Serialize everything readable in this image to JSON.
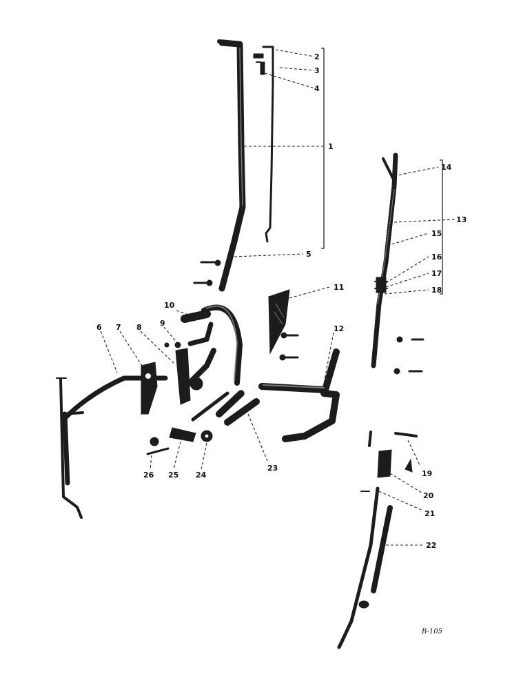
{
  "diagram": {
    "figure_id": "B-105",
    "callouts": [
      "1",
      "2",
      "3",
      "4",
      "5",
      "6",
      "7",
      "8",
      "9",
      "10",
      "11",
      "12",
      "13",
      "14",
      "15",
      "16",
      "17",
      "18",
      "19",
      "20",
      "21",
      "22",
      "23",
      "24",
      "25",
      "26"
    ]
  }
}
